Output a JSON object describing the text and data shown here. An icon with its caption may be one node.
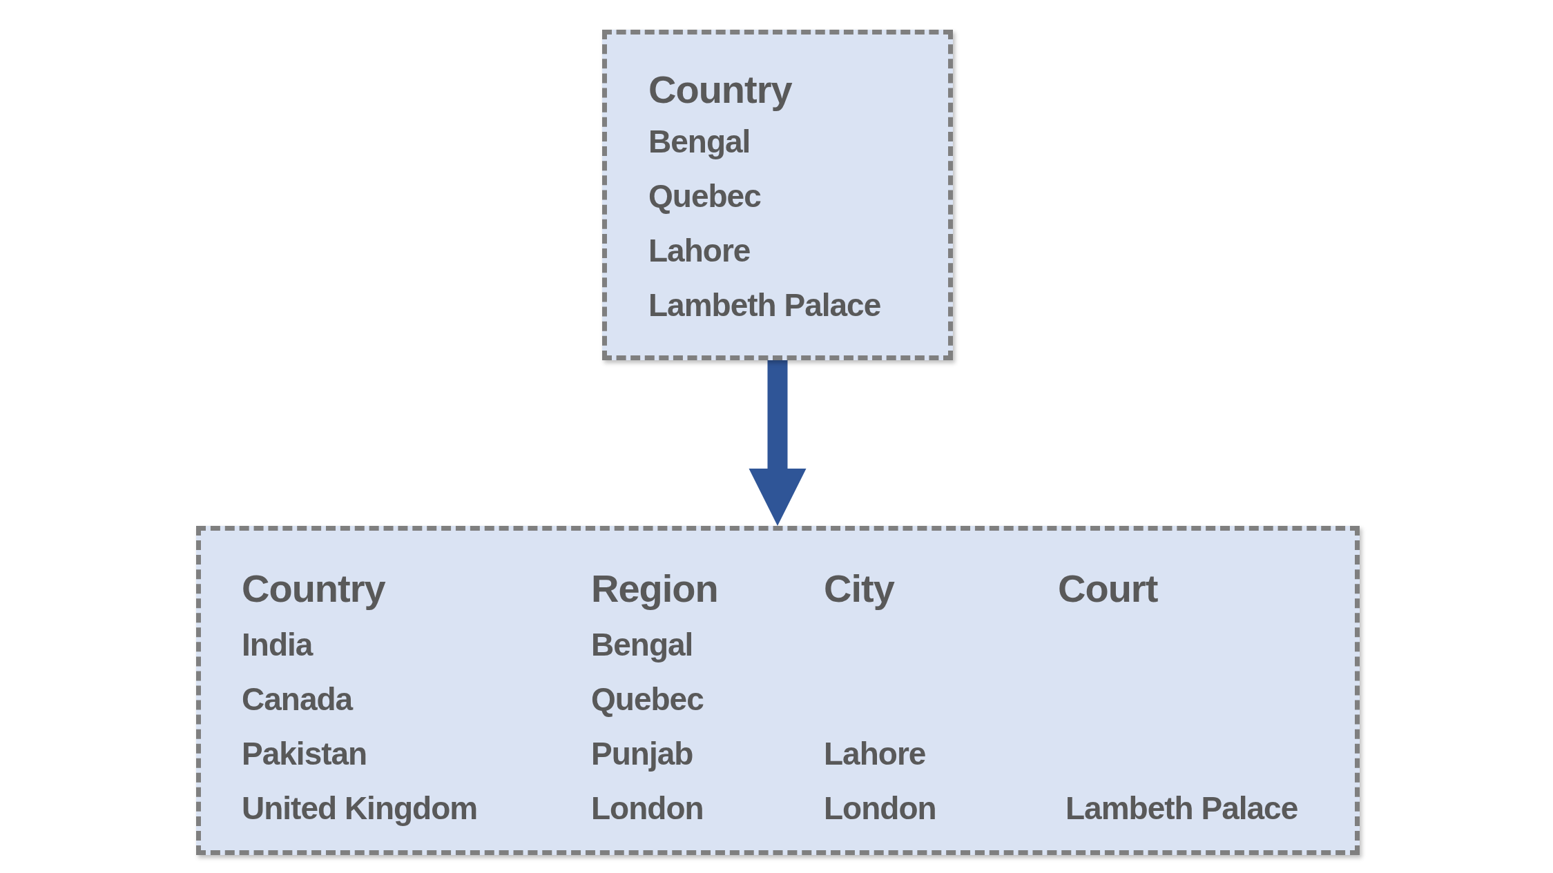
{
  "diagram": {
    "nodes": [
      {
        "text": [
          "Country",
          "Bengal",
          "Quebec",
          "Lahore",
          "Lambeth Palace"
        ]
      },
      {
        "text": [
          "Country",
          "Region",
          "City",
          "Court",
          "India",
          "Bengal",
          "Canada",
          "Quebec",
          "Pakistan",
          "Punjab",
          "Lahore",
          "United Kingdom",
          "London",
          "London",
          "Lambeth Palace"
        ]
      }
    ],
    "edges": [
      {
        "from": 0,
        "to": 1,
        "arrow": "to"
      }
    ]
  }
}
